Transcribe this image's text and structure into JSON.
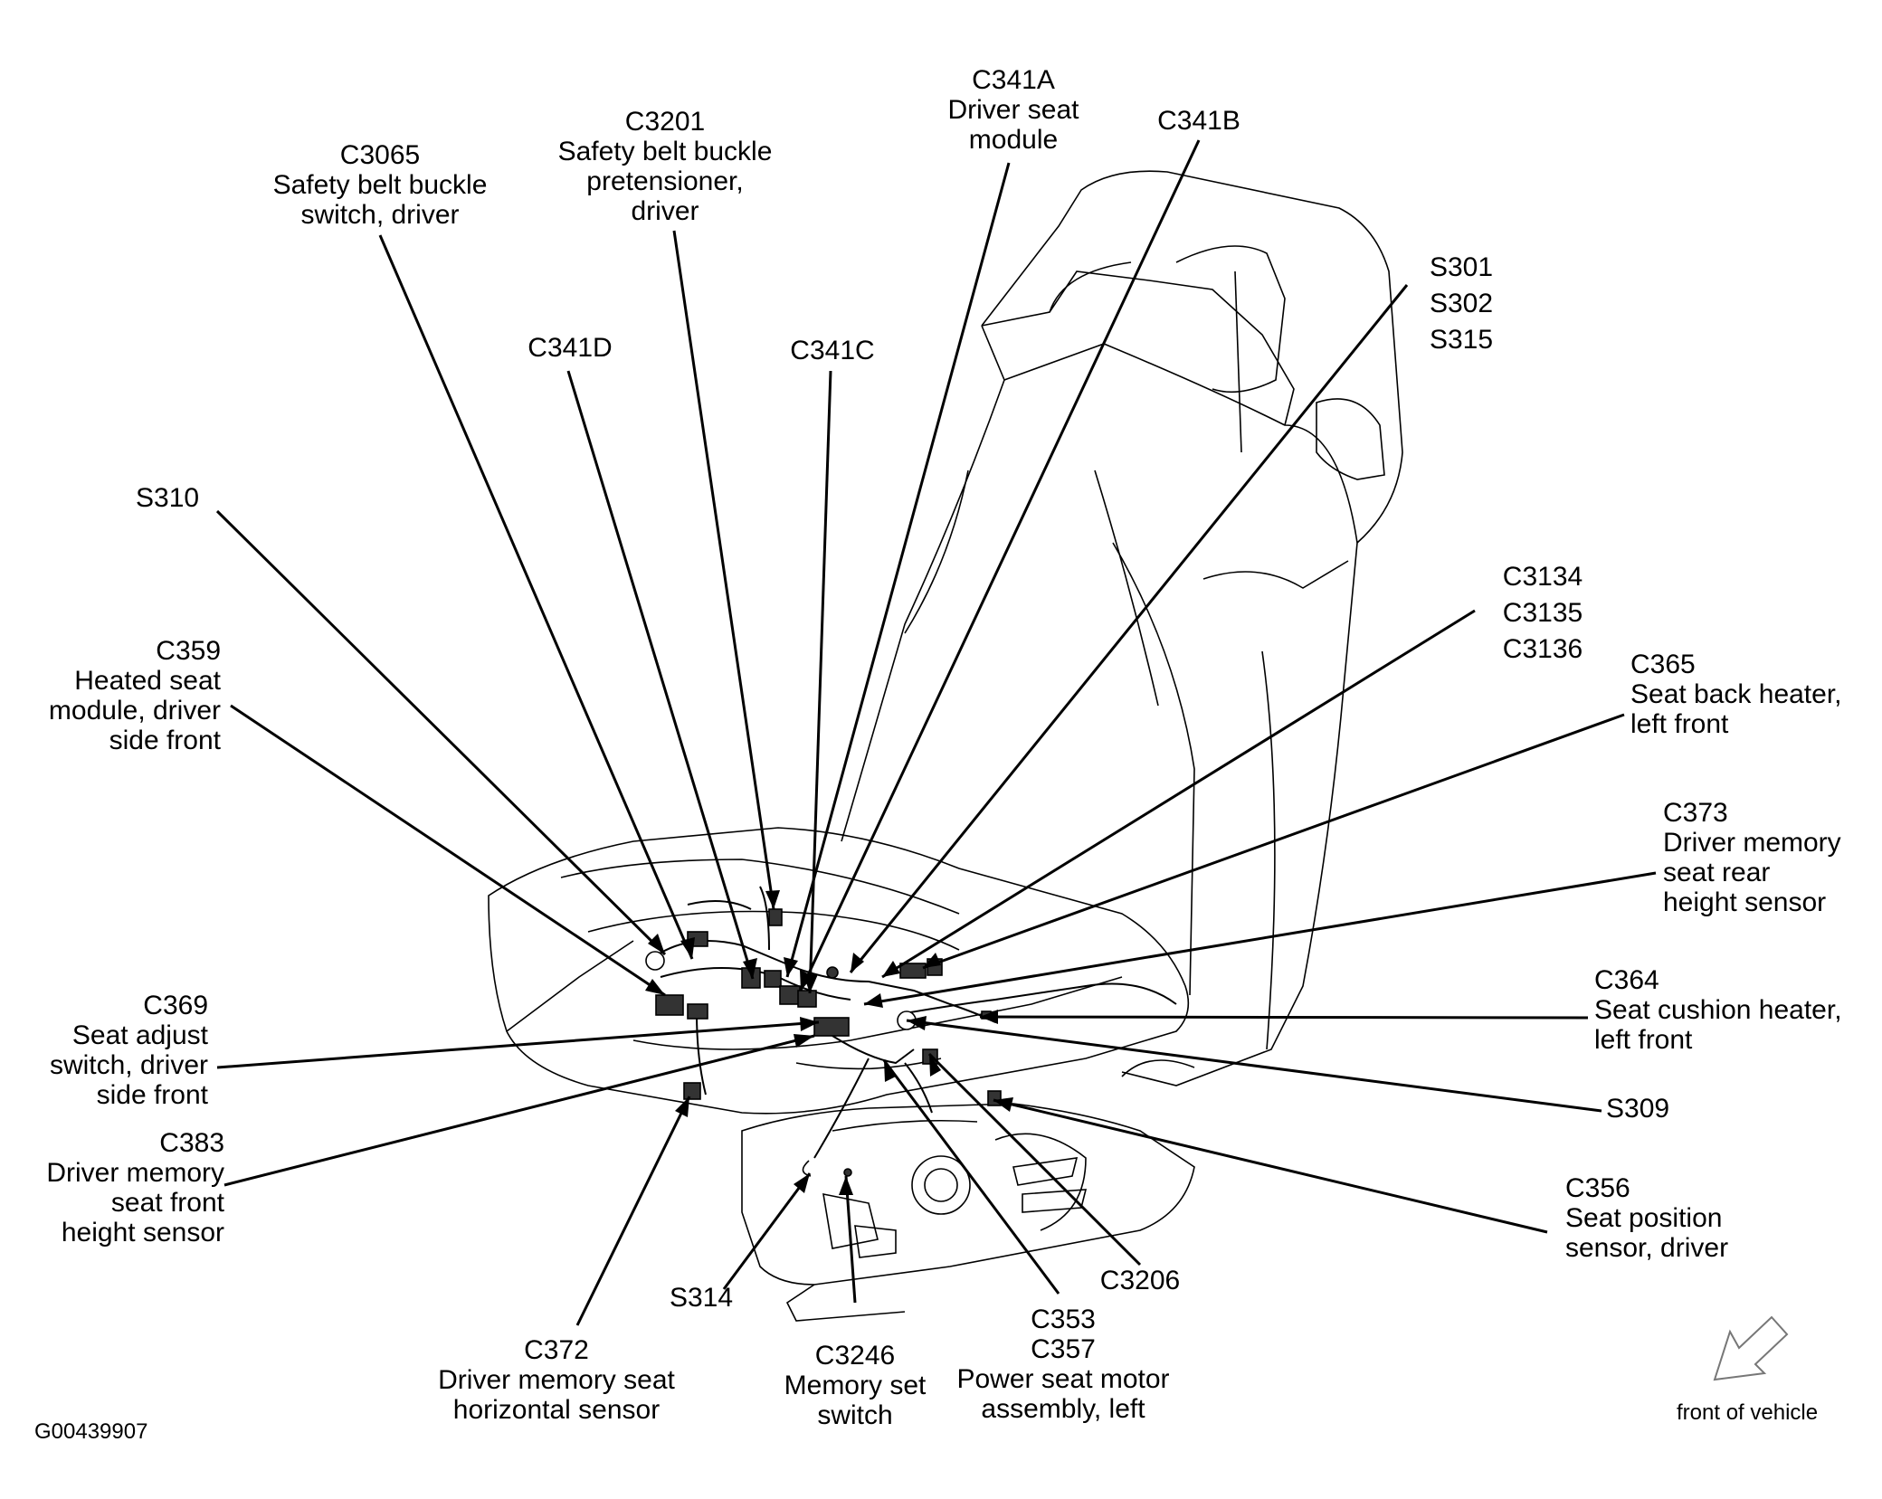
{
  "figure_id": "G00439907",
  "orientation_label": "front of vehicle",
  "callouts": {
    "c3065": [
      "C3065",
      "Safety belt buckle",
      "switch, driver"
    ],
    "c3201": [
      "C3201",
      "Safety belt buckle",
      "pretensioner,",
      "driver"
    ],
    "c341a": [
      "C341A",
      "Driver seat",
      "module"
    ],
    "c341b": [
      "C341B"
    ],
    "s301": [
      "S301",
      "S302",
      "S315"
    ],
    "c341d": [
      "C341D"
    ],
    "c341c": [
      "C341C"
    ],
    "s310": [
      "S310"
    ],
    "c359": [
      "C359",
      "Heated seat",
      "module, driver",
      "side front"
    ],
    "c3134": [
      "C3134",
      "C3135",
      "C3136"
    ],
    "c365": [
      "C365",
      "Seat back heater,",
      "left front"
    ],
    "c373": [
      "C373",
      "Driver memory",
      "seat rear",
      "height sensor"
    ],
    "c369": [
      "C369",
      "Seat adjust",
      "switch, driver",
      "side front"
    ],
    "c364": [
      "C364",
      "Seat cushion heater,",
      "left front"
    ],
    "c383": [
      "C383",
      "Driver memory",
      "seat front",
      "height sensor"
    ],
    "s309": [
      "S309"
    ],
    "c356": [
      "C356",
      "Seat position",
      "sensor, driver"
    ],
    "c3206": [
      "C3206"
    ],
    "s314": [
      "S314"
    ],
    "c353": [
      "C353",
      "C357",
      "Power seat motor",
      "assembly, left"
    ],
    "c3246": [
      "C3246",
      "Memory set",
      "switch"
    ],
    "c372": [
      "C372",
      "Driver memory seat",
      "horizontal sensor"
    ]
  }
}
